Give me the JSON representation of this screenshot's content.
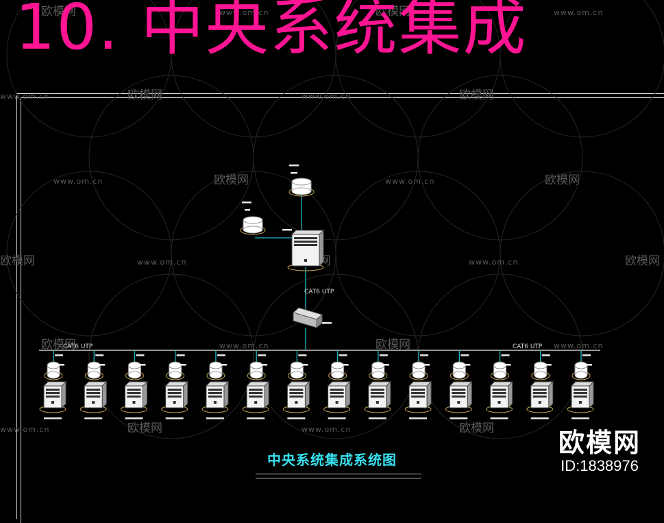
{
  "heading": "10. 中央系统集成",
  "subtitle": "中央系统集成系统图",
  "cable_labels": {
    "upper": "CAT6 UTP",
    "bus_left": "CAT6 UTP",
    "bus_right": "CAT6 UTP"
  },
  "watermark": {
    "brand": "欧模网",
    "url": "www.om.cn"
  },
  "brand_logo": {
    "name": "欧模网",
    "id": "ID:1838976"
  },
  "workstation_count": 14,
  "colors": {
    "heading": "#ff1493",
    "subtitle": "#36e0ee",
    "link": "#23b5c4",
    "frame": "#d8d8d8",
    "background": "#000000"
  }
}
